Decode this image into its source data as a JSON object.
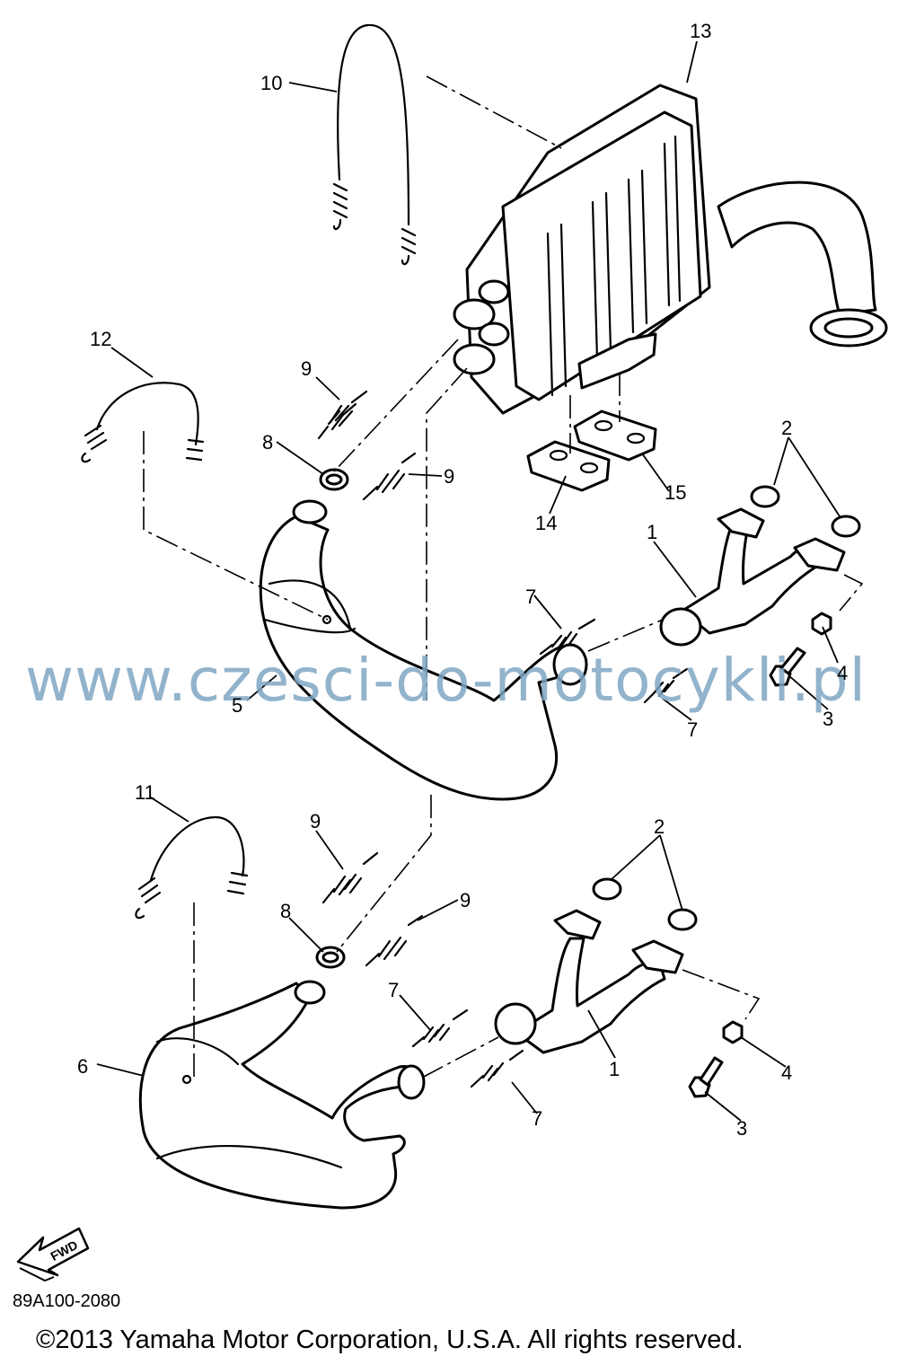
{
  "callouts": [
    {
      "id": "c13",
      "text": "13"
    },
    {
      "id": "c10",
      "text": "10"
    },
    {
      "id": "c12",
      "text": "12"
    },
    {
      "id": "c9a",
      "text": "9"
    },
    {
      "id": "c8a",
      "text": "8"
    },
    {
      "id": "c9b",
      "text": "9"
    },
    {
      "id": "c2a",
      "text": "2"
    },
    {
      "id": "c14",
      "text": "14"
    },
    {
      "id": "c15",
      "text": "15"
    },
    {
      "id": "c1a",
      "text": "1"
    },
    {
      "id": "c7a",
      "text": "7"
    },
    {
      "id": "c4a",
      "text": "4"
    },
    {
      "id": "c5",
      "text": "5"
    },
    {
      "id": "c7b",
      "text": "7"
    },
    {
      "id": "c3a",
      "text": "3"
    },
    {
      "id": "c11",
      "text": "11"
    },
    {
      "id": "c9c",
      "text": "9"
    },
    {
      "id": "c2b",
      "text": "2"
    },
    {
      "id": "c8b",
      "text": "8"
    },
    {
      "id": "c9d",
      "text": "9"
    },
    {
      "id": "c7c",
      "text": "7"
    },
    {
      "id": "c6",
      "text": "6"
    },
    {
      "id": "c1b",
      "text": "1"
    },
    {
      "id": "c4b",
      "text": "4"
    },
    {
      "id": "c7d",
      "text": "7"
    },
    {
      "id": "c3b",
      "text": "3"
    }
  ],
  "watermark": "www.czesci-do-motocykli.pl",
  "fwd_label": "FWD",
  "diagram_code": "89A100-2080",
  "copyright": "©2013 Yamaha Motor Corporation, U.S.A. All rights reserved."
}
